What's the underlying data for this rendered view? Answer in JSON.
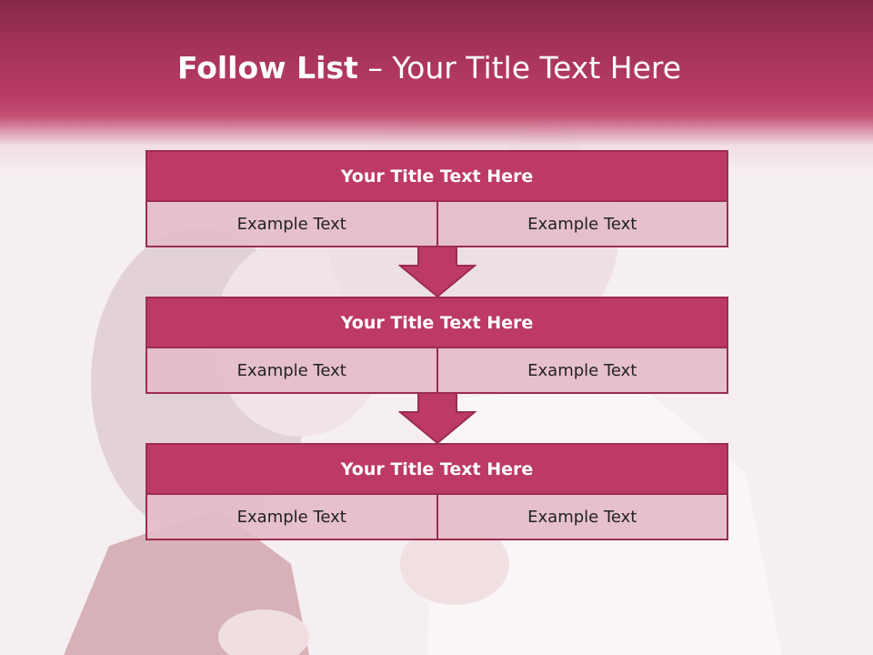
{
  "slide": {
    "title_bold": "Follow List",
    "title_rest": " – Your Title Text Here"
  },
  "blocks": [
    {
      "title": "Your Title Text Here",
      "left_text": "Example Text",
      "right_text": "Example Text"
    },
    {
      "title": "Your Title Text Here",
      "left_text": "Example Text",
      "right_text": "Example Text"
    },
    {
      "title": "Your Title Text Here",
      "left_text": "Example Text",
      "right_text": "Example Text"
    }
  ],
  "colors": {
    "header": "#bb3d66",
    "block_title": "#bc3a64",
    "block_border": "#9c2c52",
    "cell": "#e4bcc8"
  }
}
